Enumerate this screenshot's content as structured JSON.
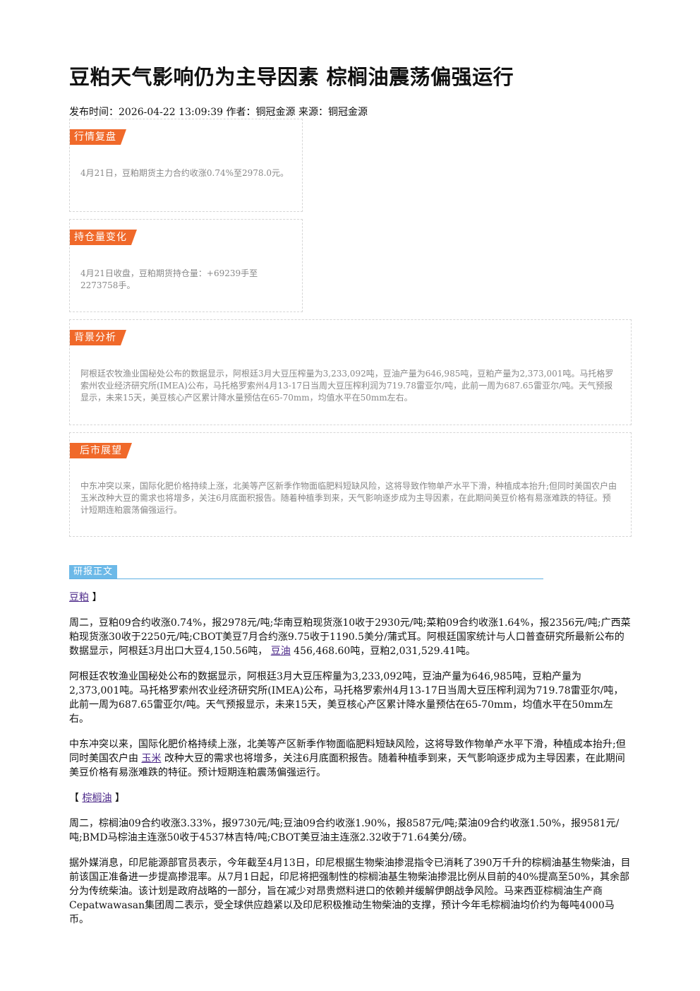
{
  "title": "豆粕天气影响仍为主导因素 棕榈油震荡偏强运行",
  "meta": "发布时间：2026-04-22 13:09:39 作者：铜冠金源 来源：铜冠金源",
  "sections": [
    {
      "tag": "行情复盘",
      "text": "4月21日，豆粕期货主力合约收涨0.74%至2978.0元。"
    },
    {
      "tag": "持仓量变化",
      "text": "4月21日收盘，豆粕期货持仓量：+69239手至2273758手。"
    },
    {
      "tag": "背景分析",
      "text": "阿根廷农牧渔业国秘处公布的数据显示，阿根廷3月大豆压榨量为3,233,092吨，豆油产量为646,985吨，豆粕产量为2,373,001吨。马托格罗索州农业经济研究所(IMEA)公布，马托格罗索州4月13-17日当周大豆压榨利润为719.78雷亚尔/吨，此前一周为687.65雷亚尔/吨。天气预报显示，未来15天，美豆核心产区累计降水量预估在65-70mm，均值水平在50mm左右。"
    },
    {
      "tag": "后市展望",
      "text": "中东冲突以来，国际化肥价格持续上涨，北美等产区新季作物面临肥料短缺风险，这将导致作物单产水平下滑，种植成本抬升;但同时美国农户由玉米改种大豆的需求也将增多，关注6月底面积报告。随着种植季到来，天气影响逐步成为主导因素，在此期间美豆价格有易涨难跌的特征。预计短期连粕震荡偏强运行。"
    }
  ],
  "report_tag": "研报正文",
  "body": {
    "soy_heading": {
      "link": "豆粕",
      "suffix": "】"
    },
    "p1": {
      "a": "周二，豆粕09合约收涨0.74%，报2978元/吨;华南豆粕现货涨10收于2930元/吨;菜粕09合约收涨1.64%，报2356元/吨;广西菜粕现货涨30收于2250元/吨;CBOT美豆7月合约涨9.75收于1190.5美分/蒲式耳。阿根廷国家统计与人口普查研究所最新公布的数据显示，阿根廷3月出口大豆4,150.56吨，",
      "link": "豆油",
      "b": "456,468.60吨，豆粕2,031,529.41吨。"
    },
    "p2": "阿根廷农牧渔业国秘处公布的数据显示，阿根廷3月大豆压榨量为3,233,092吨，豆油产量为646,985吨，豆粕产量为2,373,001吨。马托格罗索州农业经济研究所(IMEA)公布，马托格罗索州4月13-17日当周大豆压榨利润为719.78雷亚尔/吨，此前一周为687.65雷亚尔/吨。天气预报显示，未来15天，美豆核心产区累计降水量预估在65-70mm，均值水平在50mm左右。",
    "p3": {
      "a": "中东冲突以来，国际化肥价格持续上涨，北美等产区新季作物面临肥料短缺风险，这将导致作物单产水平下滑，种植成本抬升;但同时美国农户由",
      "link": "玉米",
      "b": "改种大豆的需求也将增多，关注6月底面积报告。随着种植季到来，天气影响逐步成为主导因素，在此期间美豆价格有易涨难跌的特征。预计短期连粕震荡偏强运行。"
    },
    "palm_heading": {
      "prefix": "【",
      "link": "棕榈油",
      "suffix": "】"
    },
    "p4": "周二，棕榈油09合约收涨3.33%，报9730元/吨;豆油09合约收涨1.90%，报8587元/吨;菜油09合约收涨1.50%，报9581元/吨;BMD马棕油主连涨50收于4537林吉特/吨;CBOT美豆油主连涨2.32收于71.64美分/磅。",
    "p5": "据外媒消息，印尼能源部官员表示，今年截至4月13日，印尼根据生物柴油掺混指令已消耗了390万千升的棕榈油基生物柴油，目前该国正准备进一步提高掺混率。从7月1日起，印尼将把强制性的棕榈油基生物柴油掺混比例从目前的40%提高至50%，其余部分为传统柴油。该计划是政府战略的一部分，旨在减少对昂贵燃料进口的依赖并缓解伊朗战争风险。马来西亚棕榈油生产商Cepatwawasan集团周二表示，受全球供应趋紧以及印尼积极推动生物柴油的支撑，预计今年毛棕榈油均价约为每吨4000马币。"
  }
}
